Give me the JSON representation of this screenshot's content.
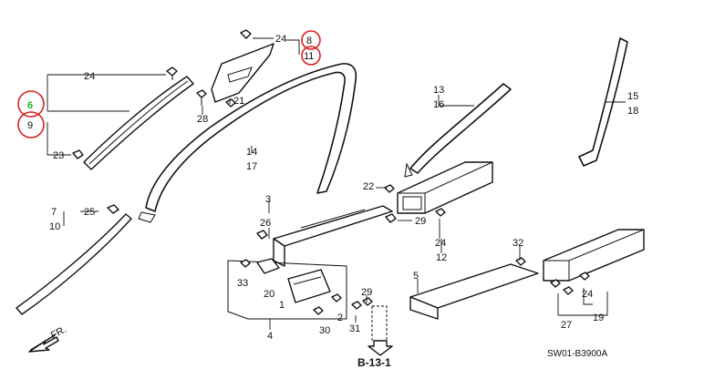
{
  "labels": {
    "p1": "1",
    "p2": "2",
    "p3": "3",
    "p4": "4",
    "p5": "5",
    "p6": "6",
    "p7": "7",
    "p8": "8",
    "p9": "9",
    "p10": "10",
    "p11": "11",
    "p12": "12",
    "p13": "13",
    "p14": "14",
    "p15": "15",
    "p16": "16",
    "p17": "17",
    "p18": "18",
    "p19": "19",
    "p20": "20",
    "p21": "21",
    "p22": "22",
    "p23": "23",
    "p24a": "24",
    "p24b": "24",
    "p24c": "24",
    "p24d": "24",
    "p25": "25",
    "p26": "26",
    "p27": "27",
    "p28": "28",
    "p29a": "29",
    "p29b": "29",
    "p30": "30",
    "p31": "31",
    "p32": "32",
    "p33": "33"
  },
  "reference": "B-13-1",
  "direction": "FR.",
  "diagram_code": "SW01-B3900A",
  "highlight_color": "#20b020",
  "ring_color": "#d42020"
}
